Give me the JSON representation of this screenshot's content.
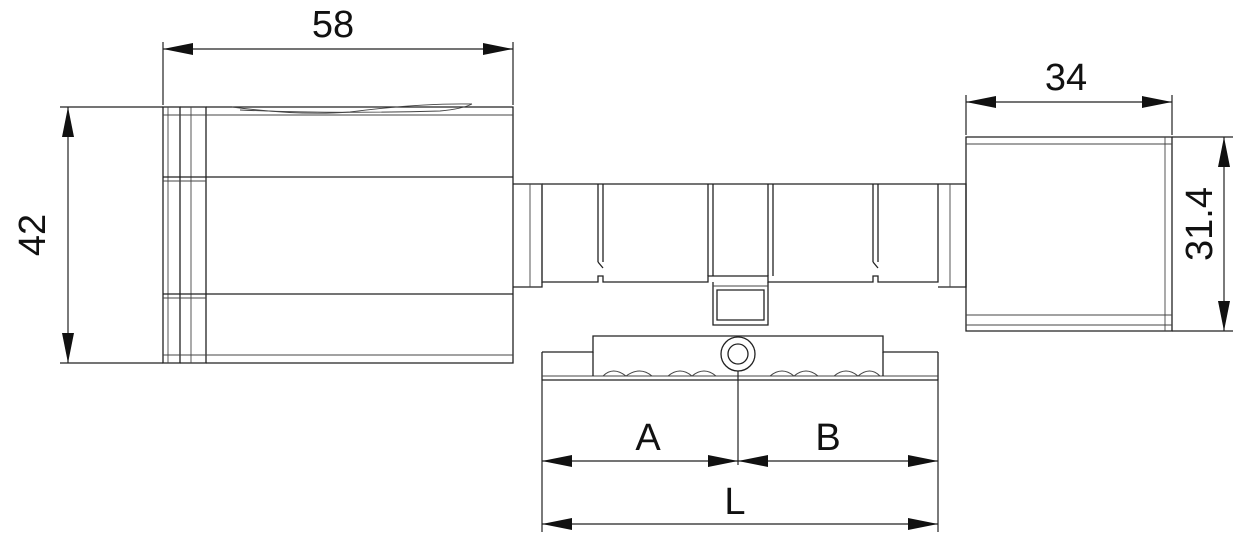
{
  "dimensions": {
    "knob_width": "58",
    "knob_height": "42",
    "thumbturn_width": "34",
    "thumbturn_height": "31.4",
    "side_a": "A",
    "side_b": "B",
    "total_length": "L"
  },
  "colors": {
    "line": "#222222",
    "background": "#ffffff"
  }
}
